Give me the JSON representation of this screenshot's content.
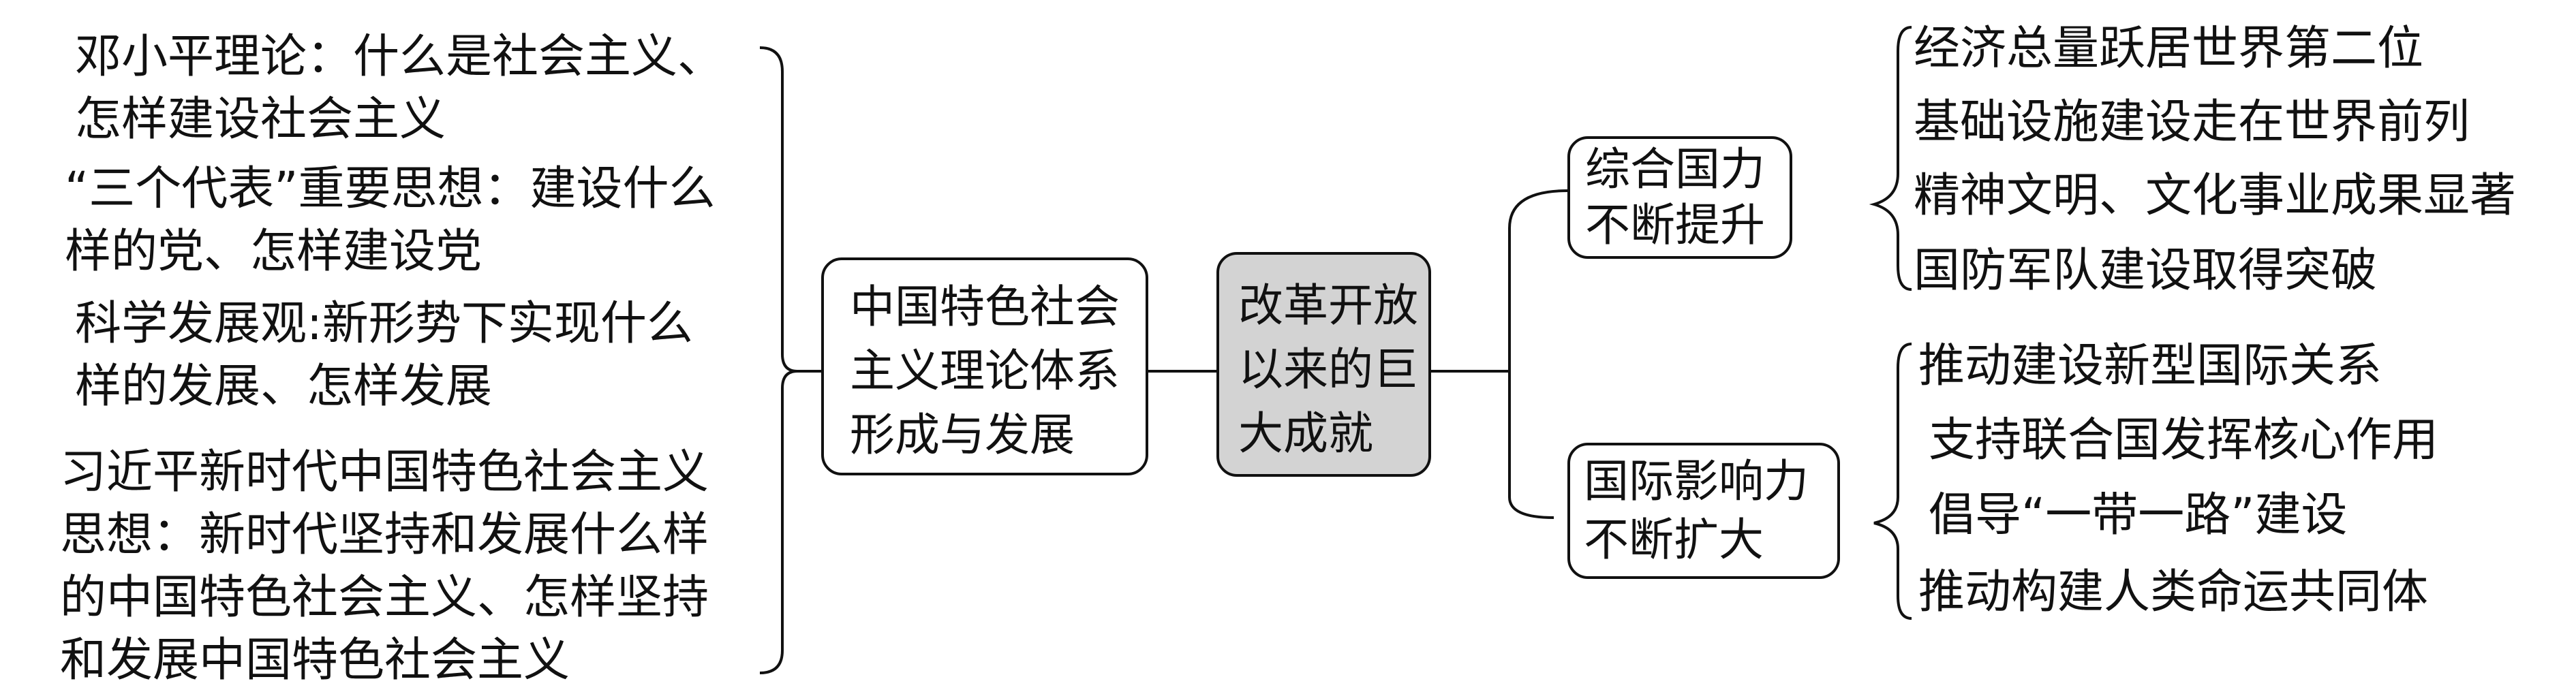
{
  "center_node": "改革开放\n以来的巨\n大成就",
  "theory_node": "中国特色社会\n主义理论体系\n形成与发展",
  "theory_items": [
    "邓小平理论：什么是社会主义、\n怎样建设社会主义",
    "“三个代表”重要思想：建设什么\n样的党、怎样建设党",
    "科学发展观:新形势下实现什么\n样的发展、怎样发展",
    "习近平新时代中国特色社会主义\n思想：新时代坚持和发展什么样\n的中国特色社会主义、怎样坚持\n和发展中国特色社会主义"
  ],
  "branches": [
    {
      "label": "综合国力\n不断提升",
      "items": [
        "经济总量跃居世界第二位",
        "基础设施建设走在世界前列",
        "精神文明、文化事业成果显著",
        "国防军队建设取得突破"
      ]
    },
    {
      "label": "国际影响力\n不断扩大",
      "items": [
        "推动建设新型国际关系",
        "支持联合国发挥核心作用",
        "倡导“一带一路”建设",
        "推动构建人类命运共同体"
      ]
    }
  ],
  "colors": {
    "line": "#111111",
    "center_fill": "#d3d3d3"
  }
}
